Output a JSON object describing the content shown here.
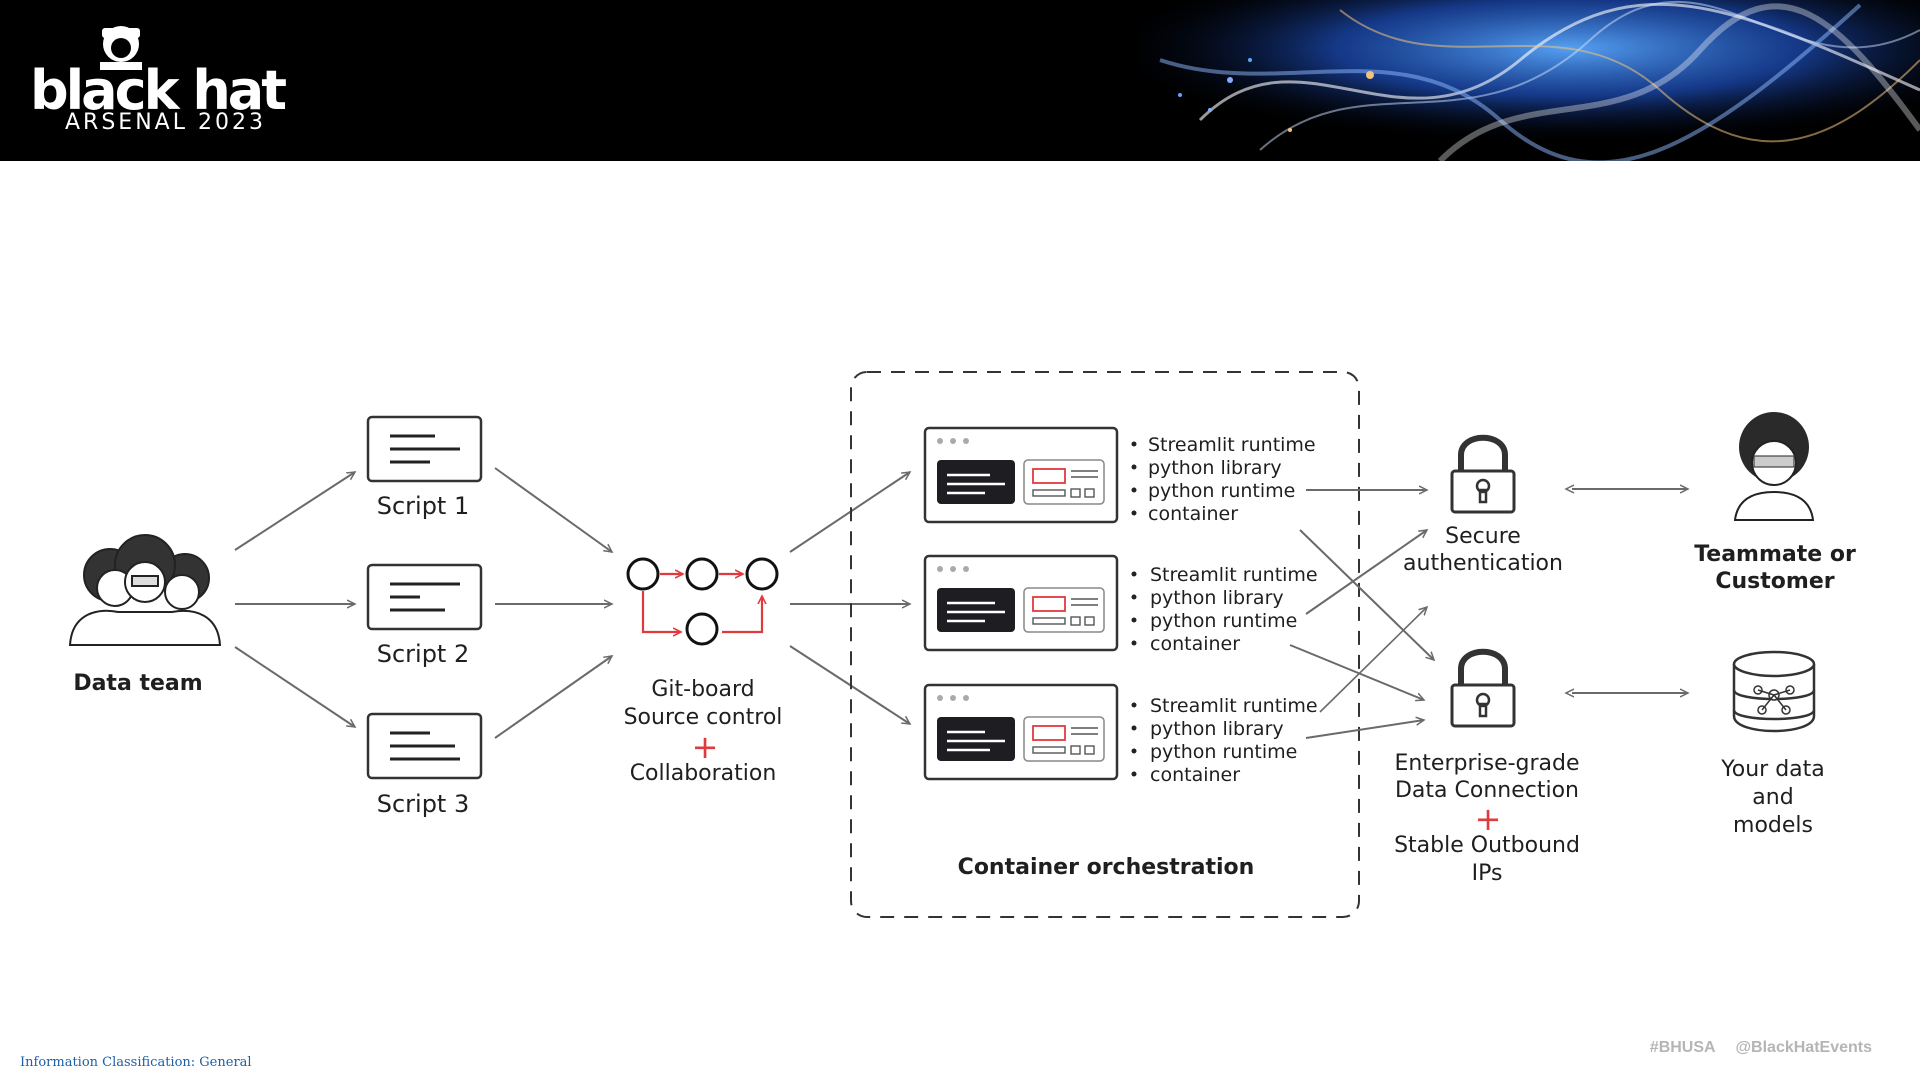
{
  "brand": {
    "logo_word": "black hat",
    "logo_sub": "ARSENAL 2023"
  },
  "nodes": {
    "data_team": "Data team",
    "scripts": [
      "Script 1",
      "Script 2",
      "Script 3"
    ],
    "gitboard": {
      "line1": "Git-board",
      "line2": "Source control",
      "plus": "+",
      "line3": "Collaboration"
    },
    "containers": [
      {
        "items": [
          "Streamlit runtime",
          "python library",
          "python runtime",
          "container"
        ]
      },
      {
        "items": [
          "Streamlit runtime",
          "python library",
          "python runtime",
          "container"
        ]
      },
      {
        "items": [
          "Streamlit runtime",
          "python library",
          "python runtime",
          "container"
        ]
      }
    ],
    "orchestration_label": "Container orchestration",
    "secure_auth": {
      "line1": "Secure",
      "line2": "authentication"
    },
    "enterprise": {
      "line1": "Enterprise-grade",
      "line2": "Data Connection",
      "plus": "+",
      "line3": "Stable Outbound",
      "line4": "IPs"
    },
    "teammate": {
      "line1": "Teammate or",
      "line2": "Customer"
    },
    "your_data": {
      "line1": "Your data",
      "line2": "and",
      "line3": "models"
    }
  },
  "footer": {
    "classification": "Information Classification: General",
    "hashtag": "#BHUSA",
    "handle": "@BlackHatEvents"
  },
  "colors": {
    "accent_red": "#e03a3e",
    "arrow_gray": "#6a6a6a",
    "banner_bg": "#000000",
    "footer_blue": "#1d5fa8"
  }
}
